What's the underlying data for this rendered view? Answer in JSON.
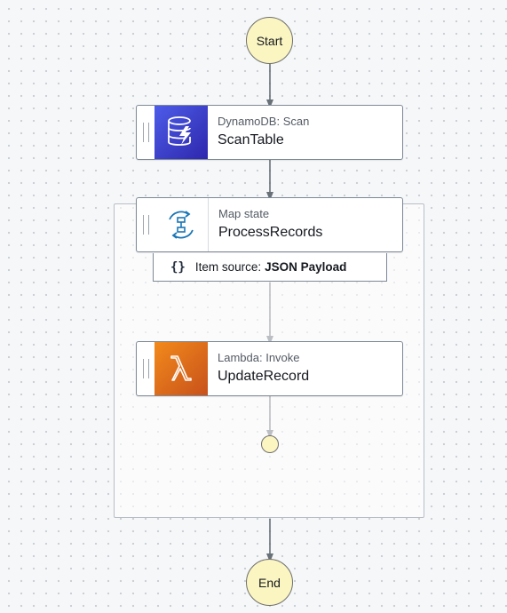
{
  "workflow": {
    "start_label": "Start",
    "end_label": "End",
    "states": {
      "scan": {
        "type": "DynamoDB: Scan",
        "name": "ScanTable",
        "icon": "dynamodb-icon",
        "color": "#3f48cc"
      },
      "map": {
        "type": "Map state",
        "name": "ProcessRecords",
        "icon": "map-state-icon",
        "item_source_label": "Item source:",
        "item_source_value": "JSON Payload"
      },
      "lambda": {
        "type": "Lambda: Invoke",
        "name": "UpdateRecord",
        "icon": "lambda-icon",
        "color": "#e07016"
      }
    }
  },
  "colors": {
    "terminal_fill": "#fbf5c2",
    "connector": "#687078",
    "canvas_background": "#f6f7f8"
  }
}
